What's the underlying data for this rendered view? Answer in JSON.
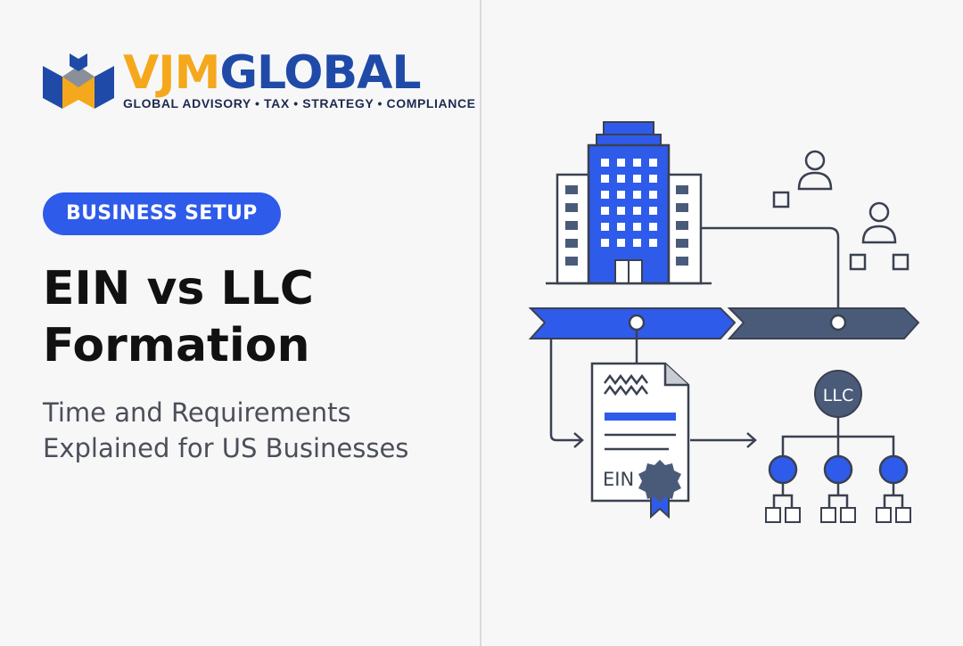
{
  "brand": {
    "name_part1": "VJM",
    "name_part2": "GLOBAL",
    "tagline": "GLOBAL ADVISORY • TAX • STRATEGY • COMPLIANCE"
  },
  "badge": {
    "label": "BUSINESS SETUP"
  },
  "headline": {
    "line1": "EIN vs LLC",
    "line2": "Formation"
  },
  "subheadline": {
    "line1": "Time and Requirements",
    "line2": "Explained for US Businesses"
  },
  "illustration": {
    "document_label": "EIN",
    "org_label": "LLC",
    "icons": [
      "office-building-icon",
      "person-icon",
      "document-certificate-icon",
      "ribbon-seal-icon",
      "org-chart-icon",
      "timeline-arrow-icon"
    ]
  },
  "colors": {
    "brand_orange": "#f5a81c",
    "brand_blue": "#1f4aa8",
    "accent_blue": "#2f5bea",
    "slate": "#4a5b7a",
    "ink": "#111111"
  }
}
